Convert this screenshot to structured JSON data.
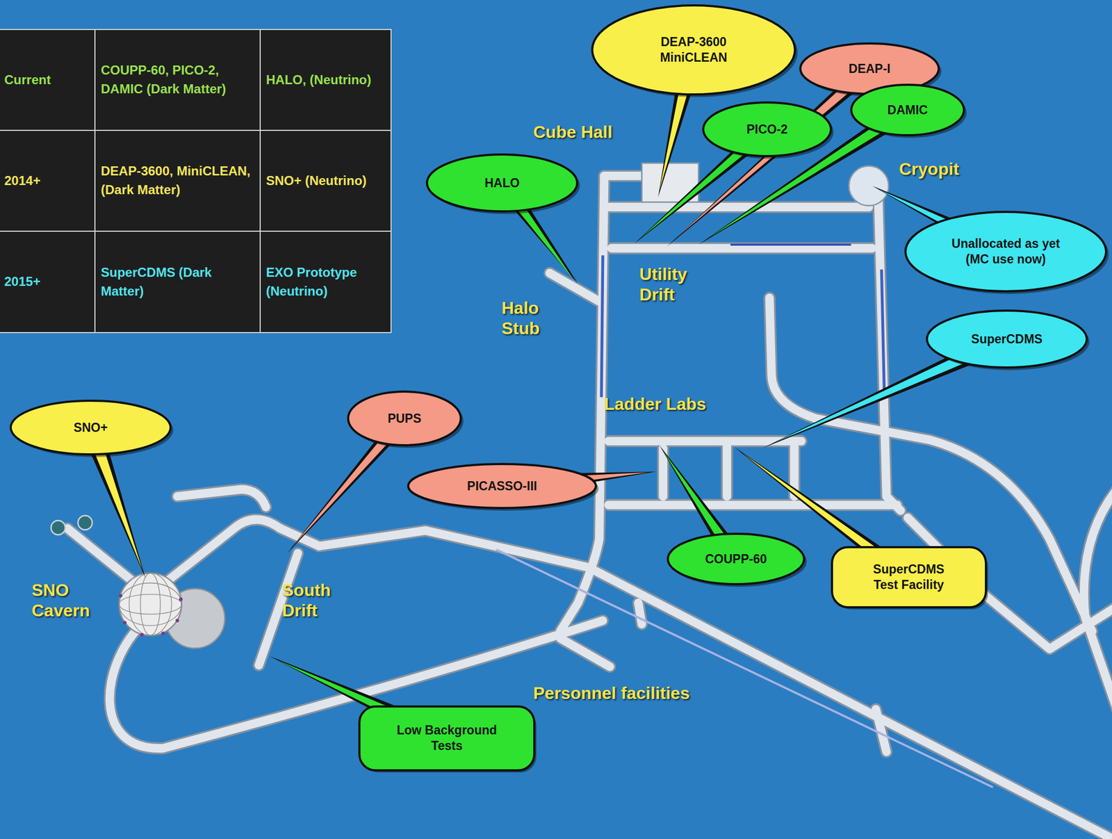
{
  "diagram": {
    "nodes": [
      {
        "text": [
          "DEAP-3600 MiniCLEAN"
        ]
      },
      {
        "text": [
          "DEAP-I"
        ]
      },
      {
        "text": [
          "DAMIC"
        ]
      },
      {
        "text": [
          "PICO-2"
        ]
      },
      {
        "text": [
          "HALO"
        ]
      },
      {
        "text": [
          "Unallocated as yet (MC use now)"
        ]
      },
      {
        "text": [
          "SuperCDMS"
        ]
      },
      {
        "text": [
          "SNO+"
        ]
      },
      {
        "text": [
          "PUPS"
        ]
      },
      {
        "text": [
          "PICASSO-III"
        ]
      },
      {
        "text": [
          "COUPP-60"
        ]
      },
      {
        "text": [
          "SuperCDMS Test Facility"
        ]
      },
      {
        "text": [
          "Low Background Tests"
        ]
      }
    ],
    "labels": [
      "Current",
      "COUPP-60, PICO-2, DAMIC (Dark Matter)",
      "HALO, (Neutrino)",
      "2014+",
      "DEAP-3600, MiniCLEAN, (Dark Matter)",
      "SNO+ (Neutrino)",
      "2015+",
      "SuperCDMS (Dark Matter)",
      "EXO Prototype (Neutrino)",
      "Cube Hall",
      "Cryopit",
      "Utility Drift",
      "Halo Stub",
      "Ladder Labs",
      "SNO Cavern",
      "South Drift",
      "Personnel facilities"
    ]
  }
}
